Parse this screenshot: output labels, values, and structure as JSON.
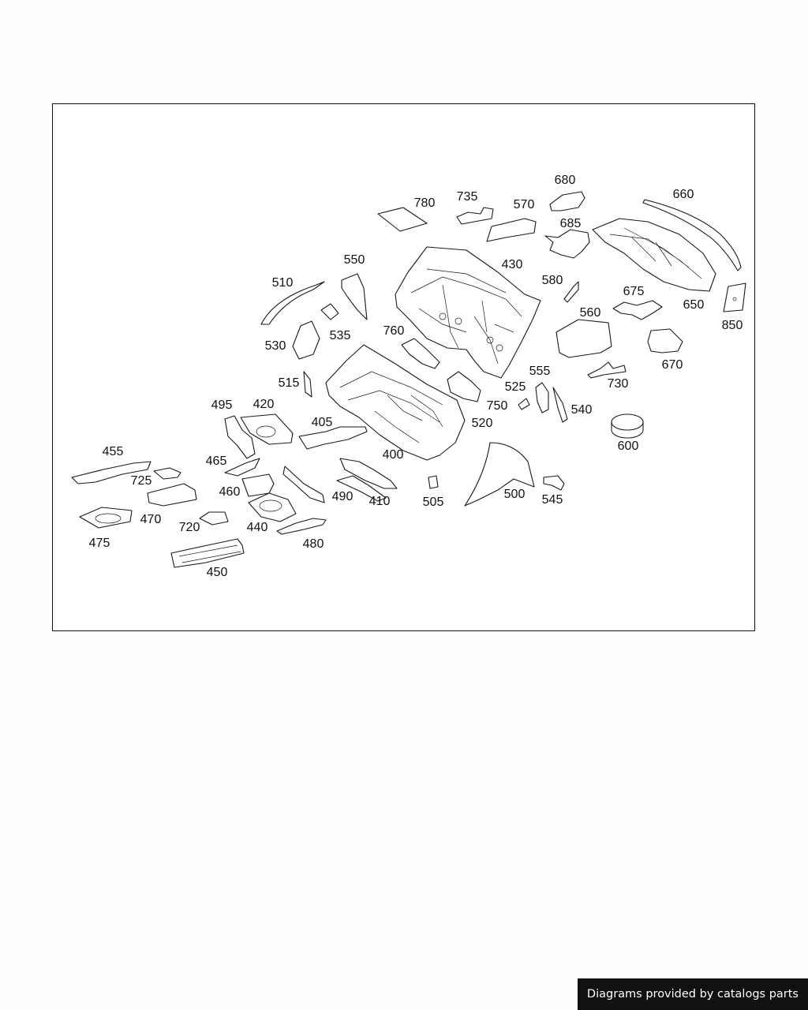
{
  "diagram": {
    "callouts": [
      "780",
      "735",
      "570",
      "680",
      "660",
      "685",
      "430",
      "550",
      "510",
      "580",
      "675",
      "650",
      "850",
      "560",
      "535",
      "530",
      "760",
      "670",
      "515",
      "555",
      "525",
      "730",
      "750",
      "540",
      "495",
      "420",
      "405",
      "520",
      "600",
      "455",
      "465",
      "400",
      "725",
      "460",
      "490",
      "410",
      "505",
      "500",
      "545",
      "470",
      "440",
      "475",
      "720",
      "480",
      "450"
    ]
  },
  "footer": {
    "credit": "Diagrams provided by catalogs parts"
  },
  "colors": {
    "line": "#1a1a1a",
    "badge_background": "#111111",
    "badge_text": "#ffffff"
  }
}
